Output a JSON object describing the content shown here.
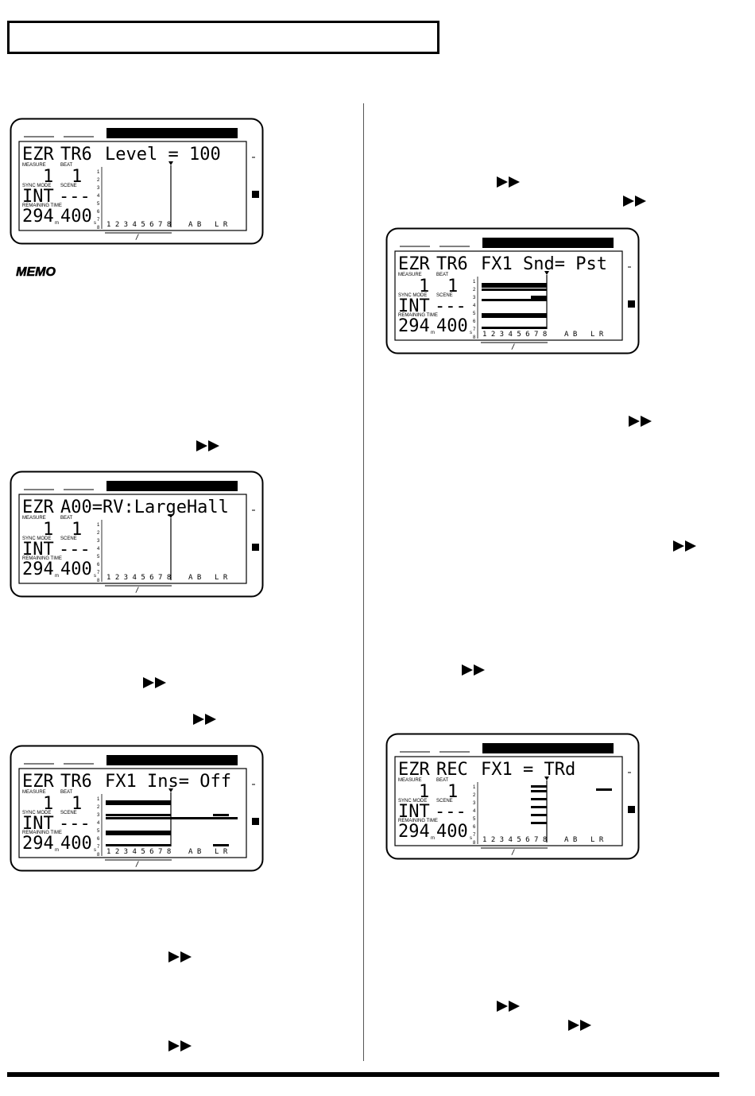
{
  "screens": {
    "s1": {
      "name": "EZR",
      "track": "TR6",
      "param": "Level = 100",
      "measure": "1",
      "beat": "1",
      "sync": "INT",
      "scene": "---",
      "time_main": "294",
      "time_m": "400"
    },
    "s2": {
      "name": "EZR",
      "track": "",
      "param": "A00=RV:LargeHall",
      "measure": "1",
      "beat": "1",
      "sync": "INT",
      "scene": "---",
      "time_main": "294",
      "time_m": "400"
    },
    "s3": {
      "name": "EZR",
      "track": "TR6",
      "param": "FX1  Ins= Off",
      "measure": "1",
      "beat": "1",
      "sync": "INT",
      "scene": "---",
      "time_main": "294",
      "time_m": "400"
    },
    "s4": {
      "name": "EZR",
      "track": "TR6",
      "param": "FX1  Snd= Pst",
      "measure": "1",
      "beat": "1",
      "sync": "INT",
      "scene": "---",
      "time_main": "294",
      "time_m": "400"
    },
    "s5": {
      "name": "EZR",
      "track": "REC",
      "param": "FX1  =     TRd",
      "measure": "1",
      "beat": "1",
      "sync": "INT",
      "scene": "---",
      "time_main": "294",
      "time_m": "400"
    }
  },
  "lcd_labels": {
    "measure": "MEASURE",
    "beat": "BEAT",
    "sync_mode": "SYNC MODE",
    "scene": "SCENE",
    "remaining_time": "REMAINING TIME",
    "m_unit": "m",
    "s_unit": "s",
    "tracks": "1 2 3 4 5 6 7 8",
    "ab": "A B",
    "lr": "L R",
    "slash": "/",
    "row_numbers": [
      "1",
      "2",
      "3",
      "4",
      "5",
      "6",
      "7",
      "8"
    ]
  },
  "memo_label": "MEMO"
}
